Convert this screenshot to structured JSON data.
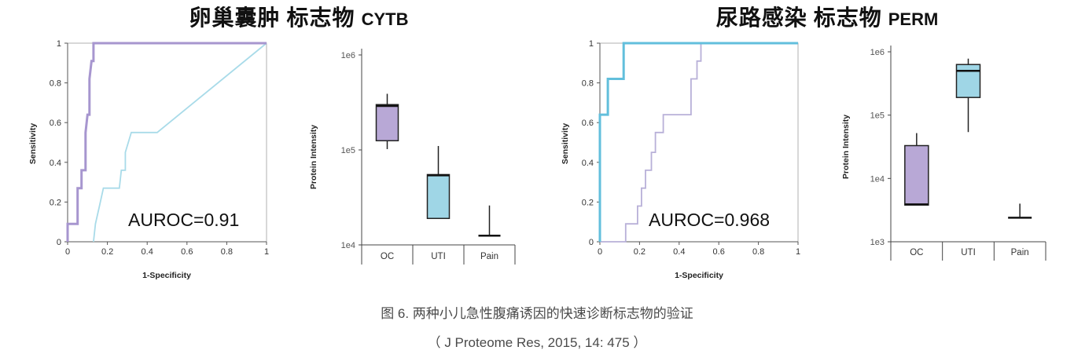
{
  "panels": [
    {
      "title": "卵巢囊肿 标志物",
      "marker": "CYTB"
    },
    {
      "title": "尿路感染 标志物",
      "marker": "PERM"
    }
  ],
  "caption": {
    "figure": "图 6. 两种小儿急性腹痛诱因的快速诊断标志物的验证",
    "source": "（ J Proteome Res, 2015, 14: 475 ）"
  },
  "colors": {
    "purple": "#b8a8d6",
    "light_blue": "#9fd6e6",
    "bright_blue": "#62bfdc",
    "axis": "#444444"
  },
  "chart_data": [
    {
      "type": "line",
      "xlabel": "1-Specificity",
      "ylabel": "Sensitivity",
      "xlim": [
        0,
        1
      ],
      "ylim": [
        0,
        1
      ],
      "xticks": [
        "0",
        "0.2",
        "0.4",
        "0.6",
        "0.8",
        "1"
      ],
      "yticks": [
        "0",
        "0.2",
        "0.4",
        "0.6",
        "0.8",
        "1"
      ],
      "grid": false,
      "annotation": "AUROC=0.91",
      "series": [
        {
          "color": "#a9dbe9",
          "points": [
            [
              0.13,
              0
            ],
            [
              0.14,
              0.09
            ],
            [
              0.16,
              0.18
            ],
            [
              0.18,
              0.27
            ],
            [
              0.26,
              0.27
            ],
            [
              0.27,
              0.36
            ],
            [
              0.29,
              0.36
            ],
            [
              0.29,
              0.45
            ],
            [
              0.32,
              0.55
            ],
            [
              0.45,
              0.55
            ],
            [
              1,
              1
            ]
          ]
        },
        {
          "color": "#a796cf",
          "points": [
            [
              0,
              0
            ],
            [
              0,
              0.09
            ],
            [
              0.05,
              0.09
            ],
            [
              0.05,
              0.27
            ],
            [
              0.07,
              0.27
            ],
            [
              0.07,
              0.36
            ],
            [
              0.09,
              0.36
            ],
            [
              0.09,
              0.55
            ],
            [
              0.1,
              0.64
            ],
            [
              0.11,
              0.64
            ],
            [
              0.11,
              0.82
            ],
            [
              0.12,
              0.91
            ],
            [
              0.13,
              0.91
            ],
            [
              0.13,
              1
            ],
            [
              1,
              1
            ]
          ]
        }
      ]
    },
    {
      "type": "box",
      "ylabel": "Protein Intensity",
      "yscale": "log",
      "ylim": [
        10000,
        1000000
      ],
      "yticks": [
        "1e4",
        "1e5",
        "1e6"
      ],
      "categories": [
        "OC",
        "UTI",
        "Pain"
      ],
      "boxes": [
        {
          "whisker_low": 102000,
          "q1": 125000,
          "median": 290000,
          "q3": 300000,
          "whisker_high": 390000,
          "color": "#b8a8d6"
        },
        {
          "whisker_low": 19000,
          "q1": 19000,
          "median": 54000,
          "q3": 55000,
          "whisker_high": 110000,
          "color": "#9fd6e6"
        },
        {
          "whisker_low": 12500,
          "q1": 12500,
          "median": 12500,
          "q3": 12500,
          "whisker_high": 26000,
          "color": null
        }
      ]
    },
    {
      "type": "line",
      "xlabel": "1-Specificity",
      "ylabel": "Sensitivity",
      "xlim": [
        0,
        1
      ],
      "ylim": [
        0,
        1
      ],
      "xticks": [
        "0",
        "0.2",
        "0.4",
        "0.6",
        "0.8",
        "1"
      ],
      "yticks": [
        "0",
        "0.2",
        "0.4",
        "0.6",
        "0.8",
        "1"
      ],
      "grid": false,
      "annotation": "AUROC=0.968",
      "series": [
        {
          "color": "#b8b0d8",
          "points": [
            [
              0,
              0
            ],
            [
              0.13,
              0
            ],
            [
              0.13,
              0.09
            ],
            [
              0.19,
              0.09
            ],
            [
              0.19,
              0.18
            ],
            [
              0.21,
              0.18
            ],
            [
              0.21,
              0.27
            ],
            [
              0.23,
              0.27
            ],
            [
              0.23,
              0.36
            ],
            [
              0.26,
              0.36
            ],
            [
              0.26,
              0.45
            ],
            [
              0.28,
              0.45
            ],
            [
              0.28,
              0.55
            ],
            [
              0.32,
              0.55
            ],
            [
              0.32,
              0.64
            ],
            [
              0.46,
              0.64
            ],
            [
              0.46,
              0.82
            ],
            [
              0.49,
              0.82
            ],
            [
              0.49,
              0.91
            ],
            [
              0.51,
              0.91
            ],
            [
              0.51,
              1
            ],
            [
              1,
              1
            ]
          ]
        },
        {
          "color": "#62bfdc",
          "points": [
            [
              0,
              0
            ],
            [
              0,
              0.64
            ],
            [
              0.04,
              0.64
            ],
            [
              0.04,
              0.82
            ],
            [
              0.12,
              0.82
            ],
            [
              0.12,
              1
            ],
            [
              1,
              1
            ]
          ]
        }
      ]
    },
    {
      "type": "box",
      "ylabel": "Protein Intensity",
      "yscale": "log",
      "ylim": [
        1000,
        1000000
      ],
      "yticks": [
        "1e3",
        "1e4",
        "1e5",
        "1e6"
      ],
      "categories": [
        "OC",
        "UTI",
        "Pain"
      ],
      "boxes": [
        {
          "whisker_low": 3800,
          "q1": 3800,
          "median": 3900,
          "q3": 33000,
          "whisker_high": 52000,
          "color": "#b8a8d6"
        },
        {
          "whisker_low": 54000,
          "q1": 190000,
          "median": 500000,
          "q3": 630000,
          "whisker_high": 780000,
          "color": "#9fd6e6"
        },
        {
          "whisker_low": 2400,
          "q1": 2400,
          "median": 2400,
          "q3": 2400,
          "whisker_high": 4000,
          "color": null
        }
      ]
    }
  ]
}
